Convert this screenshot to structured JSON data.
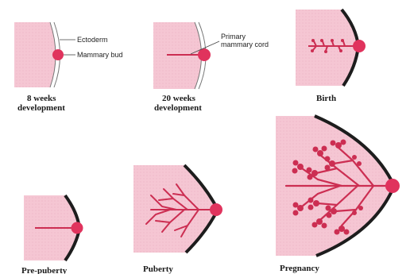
{
  "panels": [
    {
      "id": "8w",
      "label_line1": "8 weeks",
      "label_line2": "development"
    },
    {
      "id": "20w",
      "label_line1": "20 weeks",
      "label_line2": "development"
    },
    {
      "id": "birth",
      "label": "Birth"
    },
    {
      "id": "prepuberty",
      "label": "Pre-puberty"
    },
    {
      "id": "puberty",
      "label": "Puberty"
    },
    {
      "id": "pregnancy",
      "label": "Pregnancy"
    }
  ],
  "annotations": {
    "ectoderm": "Ectoderm",
    "mammary_bud": "Mammary bud",
    "primary_cord_line1": "Primary",
    "primary_cord_line2": "mammary cord"
  },
  "colors": {
    "tissue": "#f5c6d3",
    "tissue_edge": "#e7a8ba",
    "bud": "#e0335d",
    "duct": "#cc2e52",
    "skin_dark": "#1d1d1d"
  }
}
